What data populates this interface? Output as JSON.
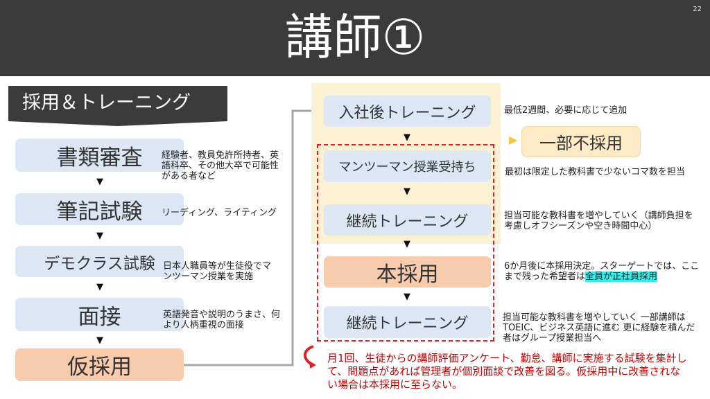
{
  "header": {
    "title": "講師①",
    "page_number": "22"
  },
  "banner": "採用＆トレーニング",
  "left_steps": [
    {
      "label": "書類審査",
      "note": "経験者、教員免許所持者、英語科卒、その他大卒で可能性がある者など"
    },
    {
      "label": "筆記試験",
      "note": "リーディング、ライティング"
    },
    {
      "label": "デモクラス試験",
      "note": "日本人職員等が生徒役でマンツーマン授業を実施"
    },
    {
      "label": "面接",
      "note": "英語発音や説明のうまさ、何より人柄重視の面接"
    },
    {
      "label": "仮採用"
    }
  ],
  "right_steps": [
    {
      "label": "入社後トレーニング",
      "note": "最低2週間、必要に応じて追加"
    },
    {
      "label": "マンツーマン授業受持ち",
      "note": "最初は限定した教科書で少ないコマ数を担当"
    },
    {
      "label": "継続トレーニング",
      "note": "担当可能な教科書を増やしていく（講師負担を考慮しオフシーズンや空き時間中心）"
    },
    {
      "label": "本採用",
      "note": "6か月後に本採用決定。スターゲートでは、ここまで残った希望者は",
      "note_highlight": "全員が正社員採用"
    },
    {
      "label": "継続トレーニング",
      "note": "担当可能な教科書を増やしていく 一部講師はTOEIC、ビジネス英語に進む 更に経験を積んだ者はグループ授業担当へ"
    }
  ],
  "reject_label": "一部不採用",
  "evaluation_note": "月1回、生徒からの講師評価アンケート、勤怠、講師に実施する試験を集計して、問題点があれば管理者が個別面談で改善を図る。仮採用中に改善されない場合は本採用に至らない。",
  "colors": {
    "header": "#3b3b3b",
    "step_blue": "#dde7f3",
    "step_orange": "#f8cbad",
    "highlight": "#33f0f0",
    "red": "#c00000"
  }
}
